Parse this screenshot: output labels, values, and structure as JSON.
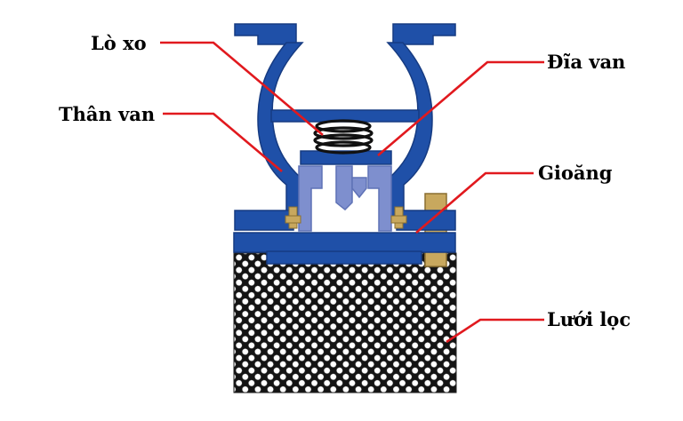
{
  "labels": {
    "spring": "Lò xo",
    "disc": "Đĩa van",
    "body": "Thân van",
    "gasket": "Gioăng",
    "strainer": "Lưới lọc"
  },
  "colors": {
    "valve_body": "#1f50a8",
    "valve_body_dark": "#163b82",
    "disc_guide": "#7e8fce",
    "spring": "#111111",
    "leader_line": "#e1191e",
    "brass": "#c8a85e",
    "mesh_bg": "#ffffff",
    "mesh_fg": "#141414"
  }
}
